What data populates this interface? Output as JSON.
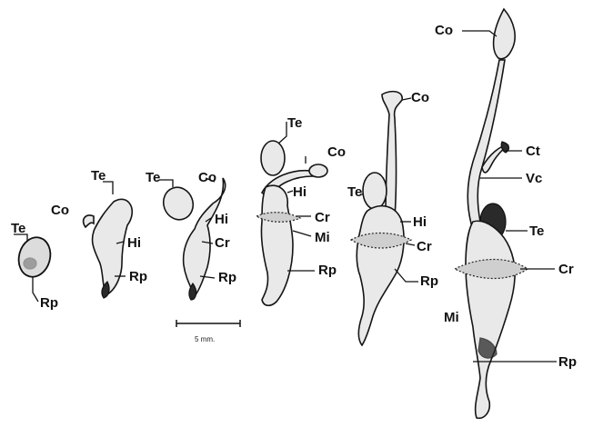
{
  "labels": {
    "te": "Te",
    "co": "Co",
    "rp": "Rp",
    "hi": "Hi",
    "cr": "Cr",
    "mi": "Mi",
    "ct": "Ct",
    "vc": "Vc"
  },
  "scale_bar": {
    "label": "5 mm."
  }
}
